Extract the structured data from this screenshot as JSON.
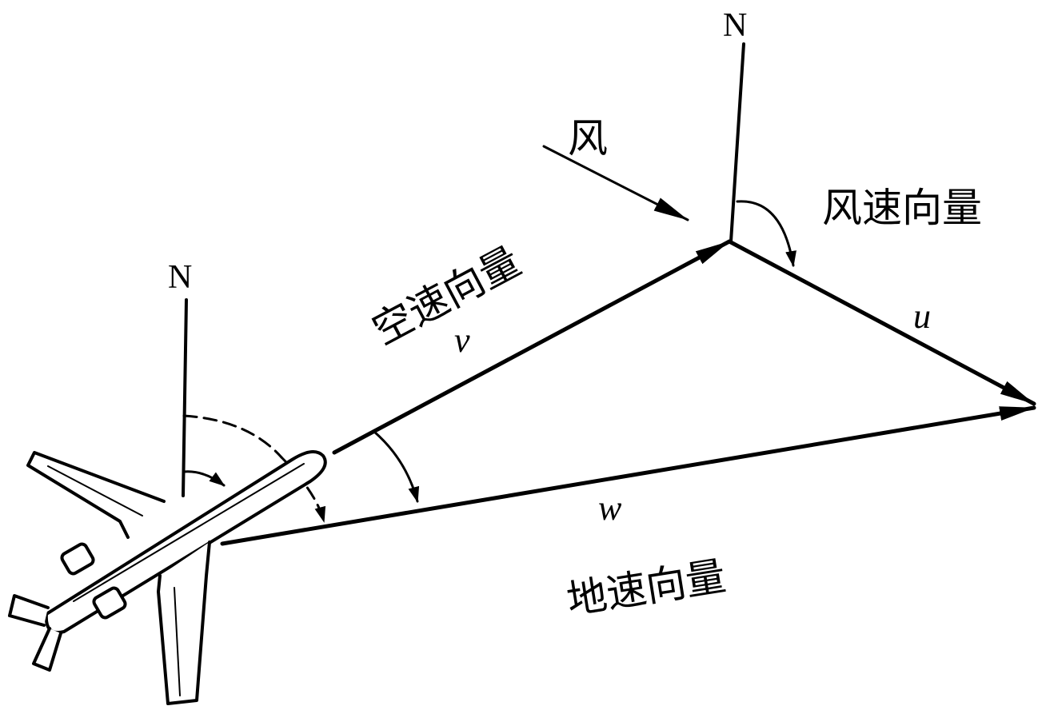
{
  "labels": {
    "north_left": "N",
    "north_right": "N",
    "wind": "风",
    "wind_vector": "风速向量",
    "airspeed_vector": "空速向量",
    "ground_vector": "地速向量",
    "var_v": "v",
    "var_u": "u",
    "var_w": "w"
  },
  "colors": {
    "ink": "#000000",
    "paper": "#ffffff"
  }
}
